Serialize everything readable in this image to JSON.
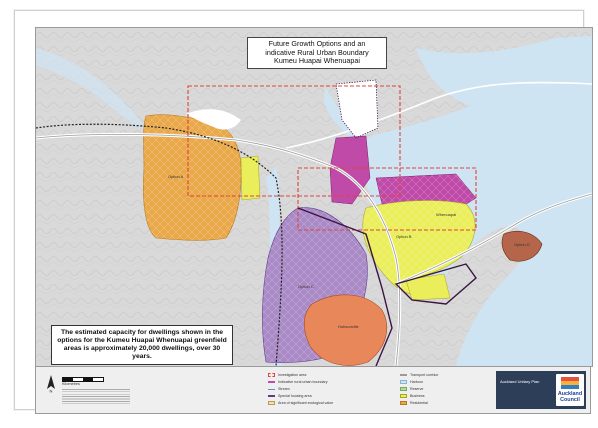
{
  "map_title": {
    "line1": "Future Growth Options and an",
    "line2": "indicative Rural Urban Boundary",
    "line3": "Kumeu Huapai Whenuapai"
  },
  "capacity_note": "The estimated capacity for dwellings shown in the options for the Kumeu Huapai Whenuapai greenfield areas is approximately 20,000 dwellings, over 30 years.",
  "area_labels": [
    "Option A",
    "Option B",
    "Option C",
    "Whenuapai",
    "Hobsonville",
    "Option D"
  ],
  "legend": {
    "columns": [
      [
        {
          "swatch": "red-dashed",
          "label": "Investigation area"
        },
        {
          "swatch": "magenta-line",
          "label": "Indicative rural urban boundary"
        },
        {
          "swatch": "blue-line",
          "label": "Stream"
        },
        {
          "swatch": "purple-line",
          "label": "Special housing area"
        },
        {
          "swatch": "cream",
          "label": "Area of significant ecological value"
        }
      ],
      [
        {
          "swatch": "grey-line",
          "label": "Transport corridor"
        },
        {
          "swatch": "light-blue",
          "label": "Harbour"
        },
        {
          "swatch": "light-green",
          "label": "Reserve"
        },
        {
          "swatch": "yellow",
          "label": "Business"
        },
        {
          "swatch": "orange",
          "label": "Residential"
        }
      ]
    ],
    "scale_label": "Kilometres",
    "brand_text": "Auckland Unitary Plan",
    "council_name": "Auckland Council"
  },
  "colors": {
    "water": "#cfe4f3",
    "land": "#d9d9d9",
    "orange_zone": "#e9a94a",
    "yellow_zone": "#e9ee5a",
    "purple_zone": "#a98ac6",
    "salmon_zone": "#e8875a",
    "magenta_zone": "#c04aa8",
    "brown_zone": "#b5654a",
    "boundary_red": "#e0443c",
    "boundary_dark": "#3a1440",
    "brand_navy": "#2d3f58"
  }
}
